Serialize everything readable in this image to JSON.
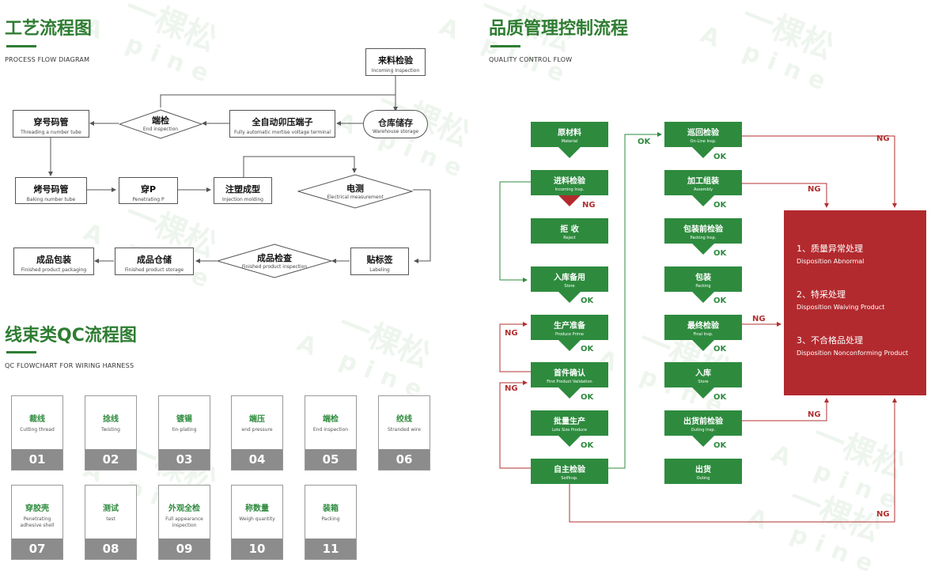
{
  "watermark": {
    "cn": "一棵松",
    "en": "A pine"
  },
  "colors": {
    "green": "#2e8b3e",
    "red": "#b22a2e",
    "gray": "#8c8c8c"
  },
  "process": {
    "title": "工艺流程图",
    "subtitle": "PROCESS FLOW DIAGRAM",
    "nodes": {
      "incoming": {
        "cn": "来料检验",
        "en": "Incoming Inspection"
      },
      "threading": {
        "cn": "穿号码管",
        "en": "Threading a number tube"
      },
      "endinsp": {
        "cn": "端检",
        "en": "End inspection"
      },
      "crimp": {
        "cn": "全自动卯压端子",
        "en": "Fully automatic mortise voltage terminal"
      },
      "warehouse": {
        "cn": "仓库储存",
        "en": "Warehouse storage"
      },
      "baking": {
        "cn": "烤号码管",
        "en": "Baking number tube"
      },
      "penetrating": {
        "cn": "穿P",
        "en": "Penetrating P"
      },
      "molding": {
        "cn": "注塑成型",
        "en": "Injection molding"
      },
      "electrical": {
        "cn": "电测",
        "en": "Electrical measurement"
      },
      "packaging": {
        "cn": "成品包装",
        "en": "Finished product packaging"
      },
      "fstorage": {
        "cn": "成品仓储",
        "en": "Finished product storage"
      },
      "finspect": {
        "cn": "成品检查",
        "en": "Finished product inspection"
      },
      "labeling": {
        "cn": "贴标签",
        "en": "Labeling"
      }
    }
  },
  "harness": {
    "title": "线束类QC流程图",
    "subtitle": "QC FLOWCHART FOR WIRING HARNESS",
    "steps": [
      {
        "cn": "裁线",
        "en": "Cutting thread",
        "num": "01"
      },
      {
        "cn": "捻线",
        "en": "Twisting",
        "num": "02"
      },
      {
        "cn": "镀锡",
        "en": "tin-plating",
        "num": "03"
      },
      {
        "cn": "端压",
        "en": "end pressure",
        "num": "04"
      },
      {
        "cn": "端检",
        "en": "End inspection",
        "num": "05"
      },
      {
        "cn": "绞线",
        "en": "Stranded wire",
        "num": "06"
      },
      {
        "cn": "穿胶壳",
        "en": "Penetrating adhesive shell",
        "num": "07"
      },
      {
        "cn": "测试",
        "en": "test",
        "num": "08"
      },
      {
        "cn": "外观全检",
        "en": "Full appearance inspection",
        "num": "09"
      },
      {
        "cn": "称数量",
        "en": "Weigh quantity",
        "num": "10"
      },
      {
        "cn": "装箱",
        "en": "Packing",
        "num": "11"
      }
    ]
  },
  "quality": {
    "title": "品质管理控制流程",
    "subtitle": "QUALITY CONTROL FLOW",
    "left": [
      {
        "cn": "原材料",
        "en": "Material"
      },
      {
        "cn": "进料检验",
        "en": "Incoming Insp."
      },
      {
        "cn": "拒 收",
        "en": "Reject"
      },
      {
        "cn": "入库备用",
        "en": "Store"
      },
      {
        "cn": "生产准备",
        "en": "Produce Prime"
      },
      {
        "cn": "首件确认",
        "en": "First Product Validation"
      },
      {
        "cn": "批量生产",
        "en": "Lots Size Produce"
      },
      {
        "cn": "自主检验",
        "en": "SelfInsp."
      }
    ],
    "right": [
      {
        "cn": "巡回检验",
        "en": "On-Line Insp."
      },
      {
        "cn": "加工组装",
        "en": "Assembly"
      },
      {
        "cn": "包装前检验",
        "en": "Packing Insp."
      },
      {
        "cn": "包装",
        "en": "Packing"
      },
      {
        "cn": "最终检验",
        "en": "Final Insp."
      },
      {
        "cn": "入库",
        "en": "Store"
      },
      {
        "cn": "出货前检验",
        "en": "Outing Insp."
      },
      {
        "cn": "出货",
        "en": "Outing"
      }
    ],
    "ok": "OK",
    "ng": "NG",
    "panel": [
      {
        "cn": "1、质量异常处理",
        "en": "Disposition Abnormal"
      },
      {
        "cn": "2、特采处理",
        "en": "Disposition Waiving Product"
      },
      {
        "cn": "3、不合格品处理",
        "en": "Disposition Nonconforming Product"
      }
    ]
  }
}
